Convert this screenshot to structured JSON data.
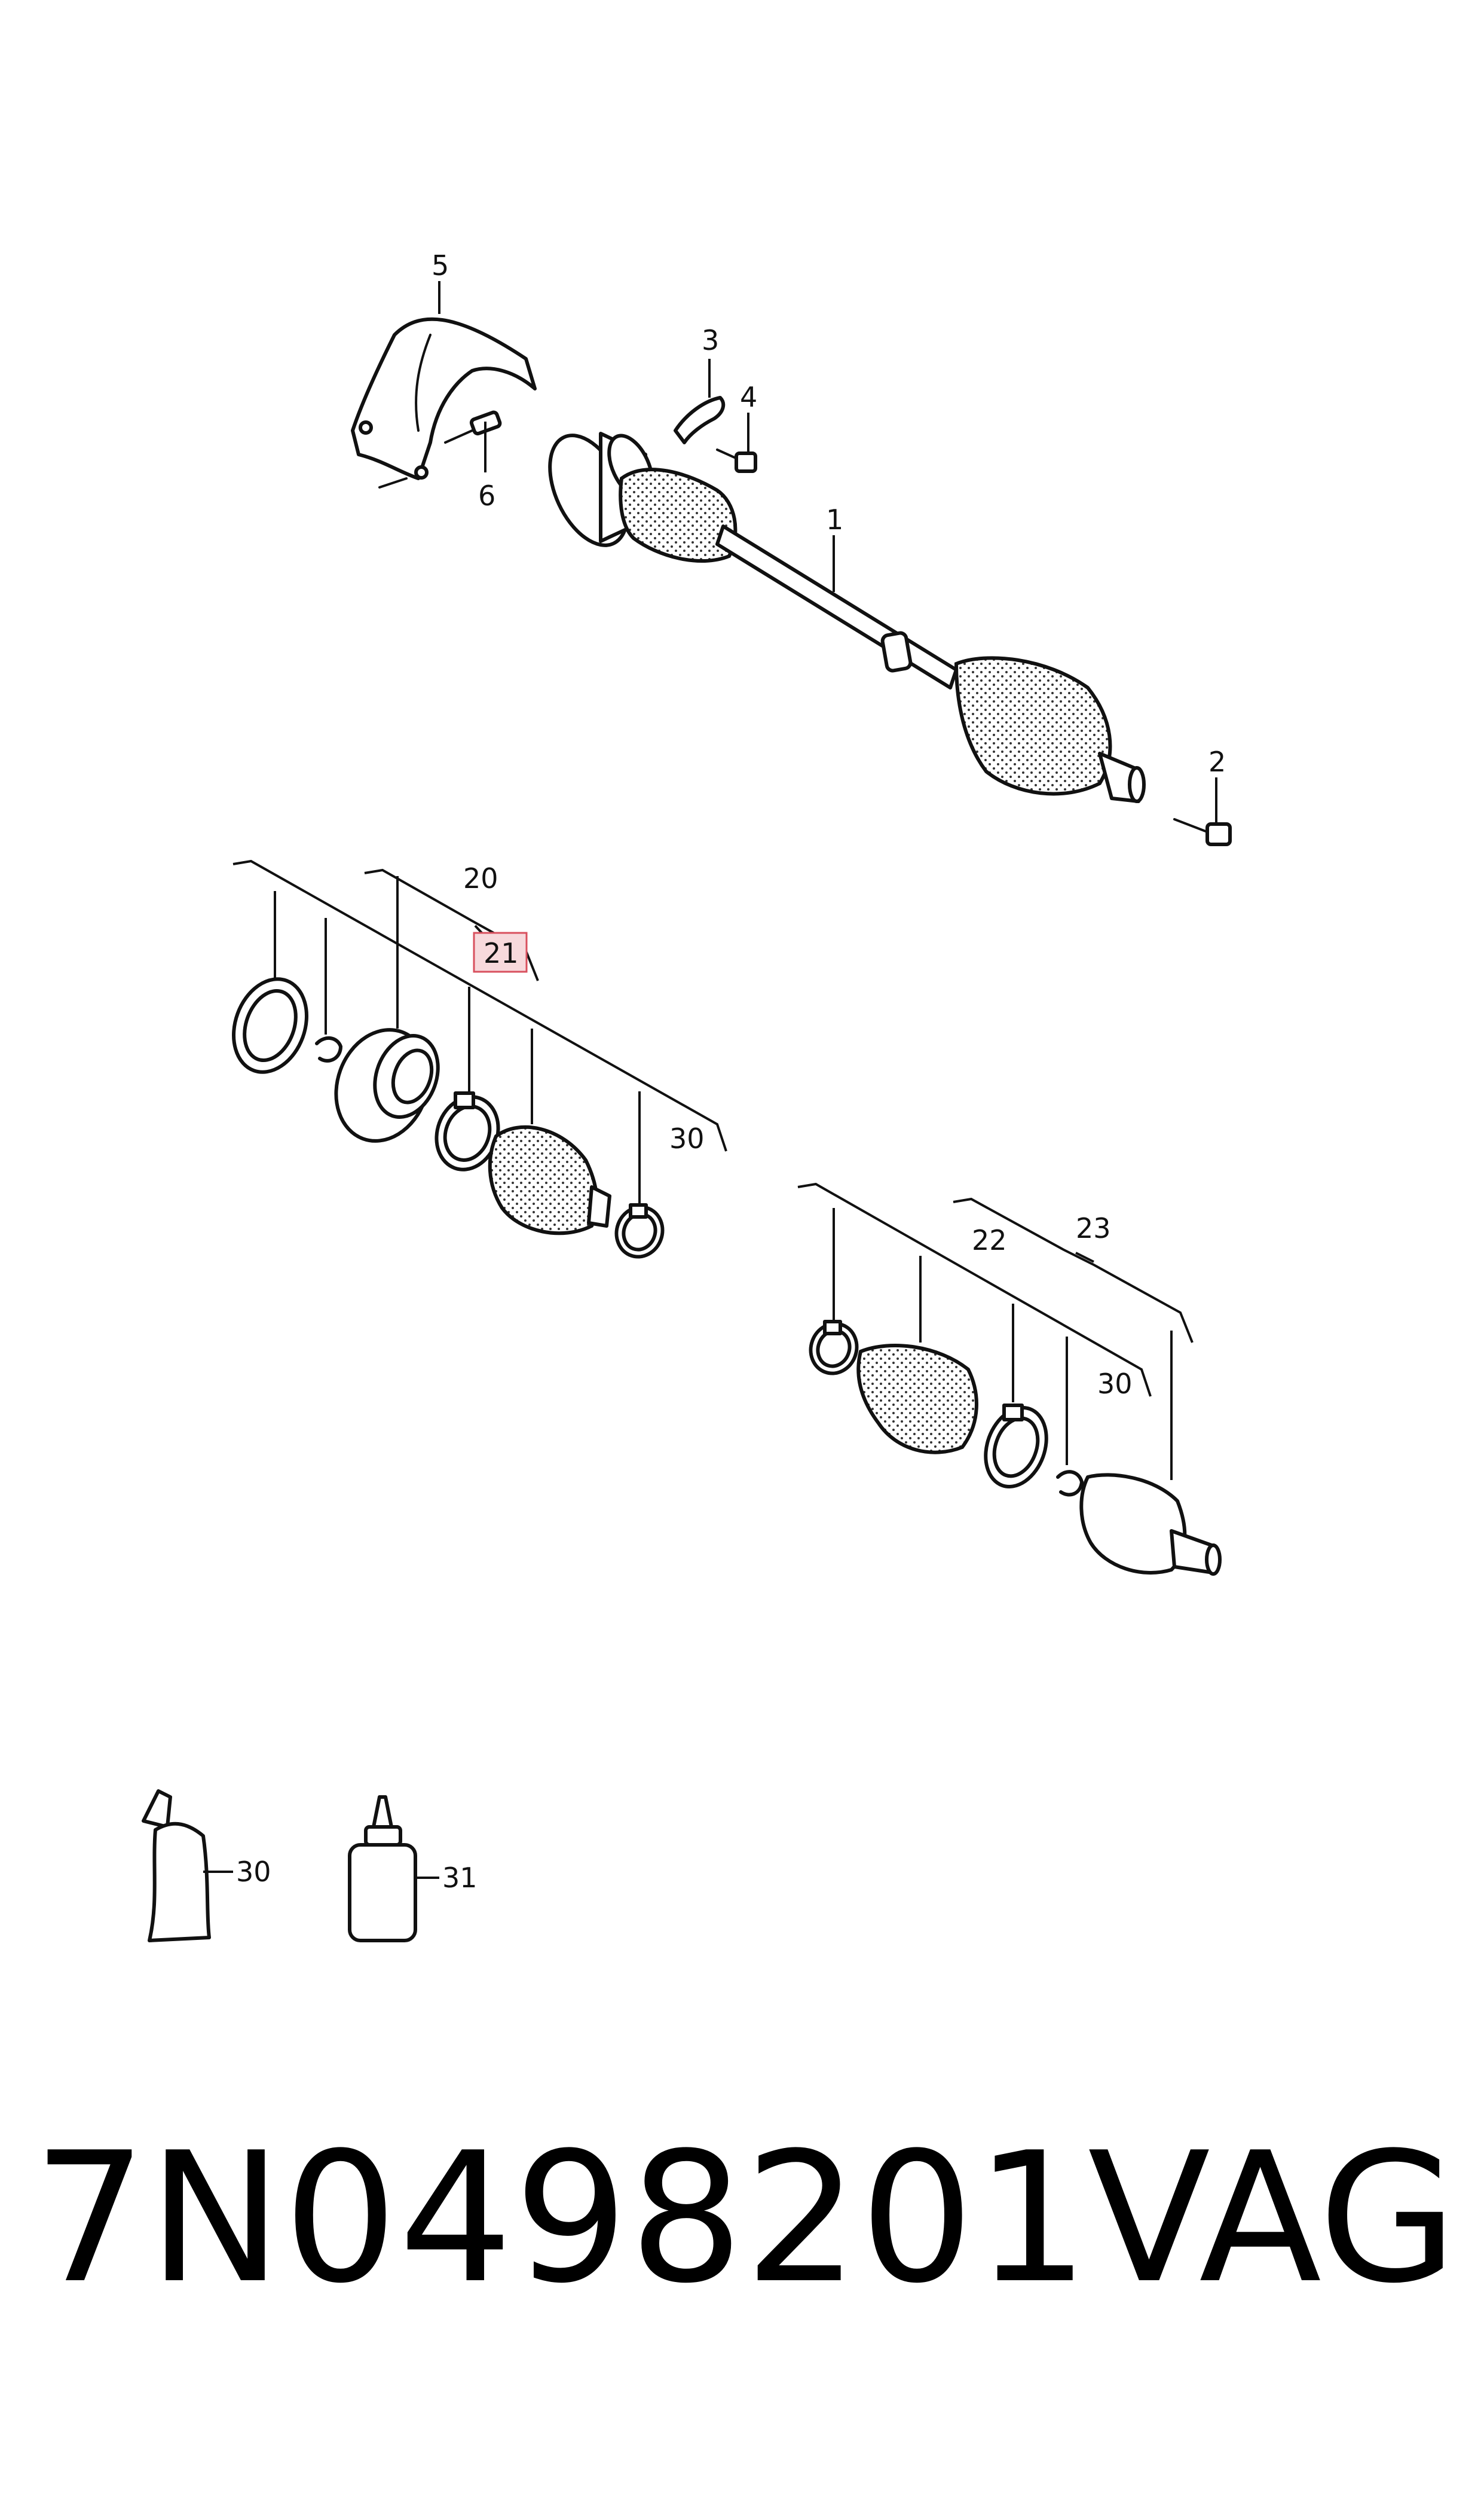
{
  "callouts": {
    "c1": "1",
    "c2": "2",
    "c3": "3",
    "c4": "4",
    "c5": "5",
    "c6": "6",
    "c20": "20",
    "c21": "21",
    "c22": "22",
    "c23": "23",
    "c30a": "30",
    "c30b": "30",
    "c30c": "30",
    "c31": "31"
  },
  "highlighted_callout": "21",
  "colors": {
    "highlight_fill": "#f7d9dc",
    "highlight_stroke": "#d8505e",
    "line": "#111111"
  },
  "footer": {
    "part_number": "7N0498201",
    "brand": "VAG"
  }
}
